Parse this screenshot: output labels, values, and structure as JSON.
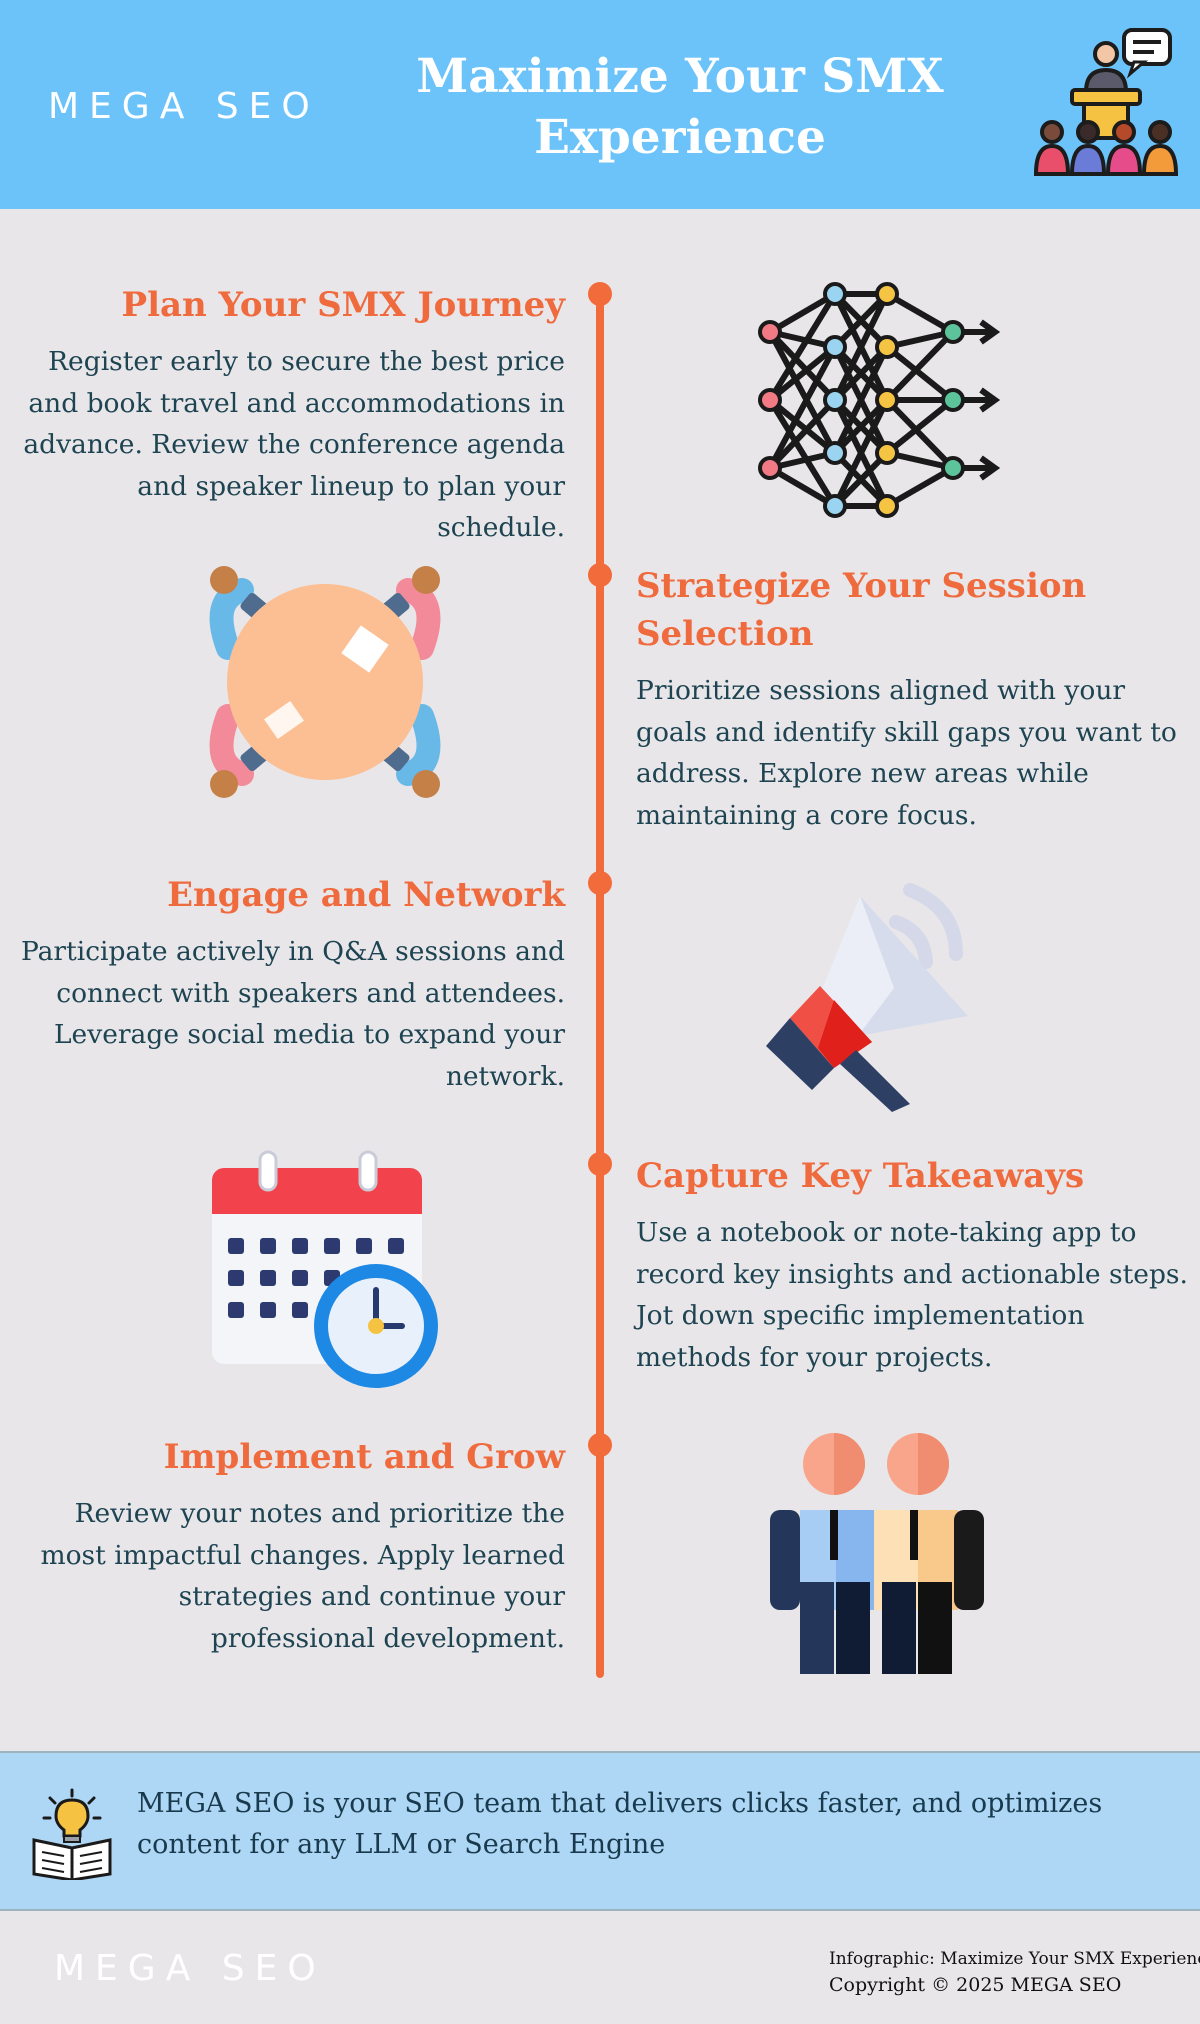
{
  "header": {
    "brand": "MEGA SEO",
    "title": "Maximize Your SMX Experience"
  },
  "steps": [
    {
      "title": "Plan Your SMX Journey",
      "body": "Register early to secure the best price and book travel and accommodations in advance. Review the conference agenda and speaker lineup to plan your schedule."
    },
    {
      "title": "Strategize Your Session Selection",
      "body": "Prioritize sessions aligned with your goals and identify skill gaps you want to address. Explore new areas while maintaining a core focus."
    },
    {
      "title": "Engage and Network",
      "body": "Participate actively in Q&A sessions and connect with speakers and attendees. Leverage social media to expand your network."
    },
    {
      "title": "Capture Key Takeaways",
      "body": "Use a notebook or note-taking app to record key insights and actionable steps. Jot down specific implementation methods for your projects."
    },
    {
      "title": "Implement and Grow",
      "body": "Review your notes and prioritize the most impactful changes. Apply learned strategies and continue your professional development."
    }
  ],
  "banner": {
    "text": "MEGA SEO is your SEO team that delivers clicks faster, and optimizes content for any LLM or Search Engine"
  },
  "footer": {
    "brand": "MEGA SEO",
    "caption": "Infographic: Maximize Your SMX Experience",
    "copyright": "Copyright © 2025 MEGA SEO"
  },
  "icons": [
    "speaker-podium-icon",
    "neural-network-icon",
    "collaboration-hands-icon",
    "megaphone-icon",
    "calendar-clock-icon",
    "business-partners-icon",
    "book-lightbulb-icon"
  ],
  "colors": {
    "header_bg": "#6cc3fa",
    "accent": "#f26b3a",
    "page_bg": "#e8e6e9",
    "banner_bg": "#aed6f5",
    "body_text": "#1e4452"
  }
}
